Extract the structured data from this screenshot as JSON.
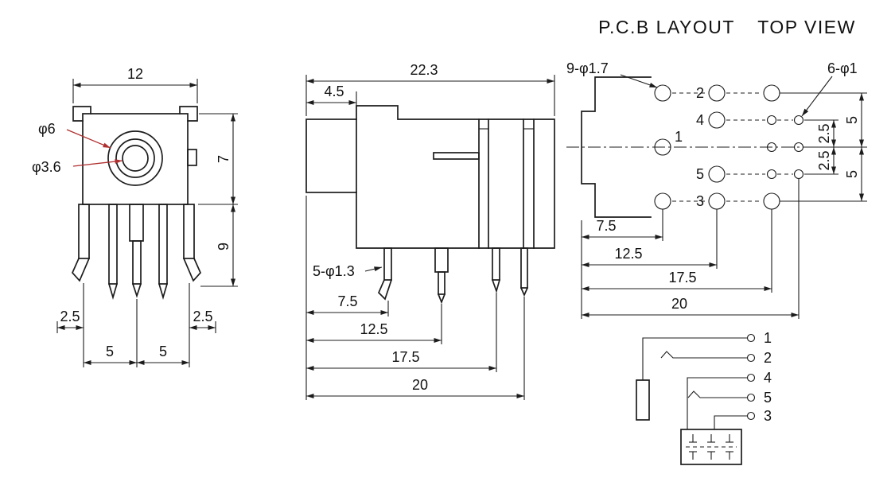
{
  "colors": {
    "line": "#1c1c1c",
    "leader_accent": "#b03030"
  },
  "titles": {
    "pcb_layout": "P.C.B LAYOUT",
    "top_view": "TOP VIEW"
  },
  "front_view": {
    "width": "12",
    "outer_dia": "φ6",
    "inner_dia": "φ3.6",
    "body_height": "7",
    "pin_length": "9",
    "edge_offset_left": "2.5",
    "edge_offset_right": "2.5",
    "pitch_a": "5",
    "pitch_b": "5"
  },
  "side_view": {
    "total_length": "22.3",
    "barrel_length": "4.5",
    "pin_spec": "5-φ1.3",
    "pin_dist_1": "7.5",
    "pin_dist_2": "12.5",
    "pin_dist_3": "17.5",
    "pin_dist_4": "20"
  },
  "pcb_layout": {
    "large_hole_spec": "9-φ1.7",
    "small_hole_spec": "6-φ1",
    "pin_1": "1",
    "pin_2": "2",
    "pin_3": "3",
    "pin_4": "4",
    "pin_5": "5",
    "col_dist_1": "7.5",
    "col_dist_2": "12.5",
    "col_dist_3": "17.5",
    "col_dist_4": "20",
    "row_gap_a": "2.5",
    "row_gap_b": "2.5",
    "row_gap_c": "5",
    "row_gap_d": "5"
  },
  "schematic": {
    "pin_1": "1",
    "pin_2": "2",
    "pin_4": "4",
    "pin_5": "5",
    "pin_3": "3"
  }
}
